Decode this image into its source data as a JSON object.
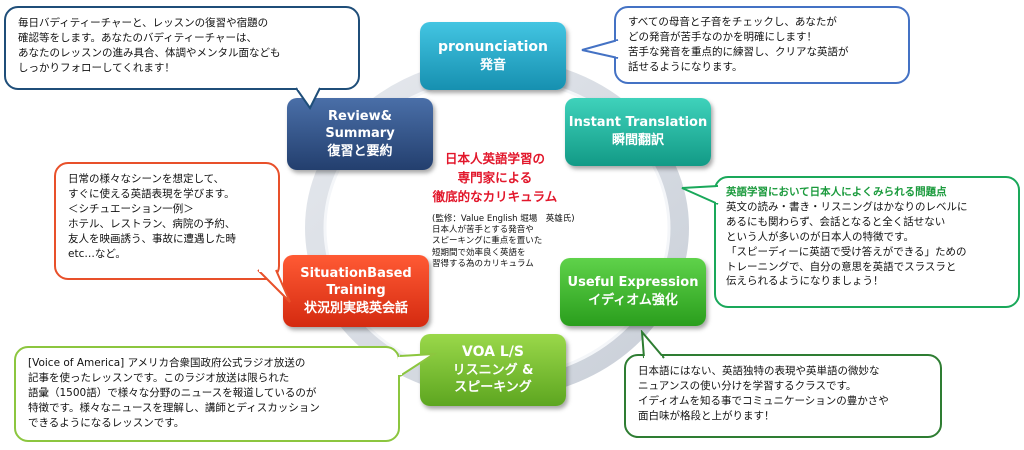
{
  "center": {
    "title_lines": [
      "日本人英語学習の",
      "専門家による",
      "徹底的なカリキュラム"
    ],
    "note_lines": [
      "(監修：Value English 堀場　英雄氏)",
      "日本人が苦手とする発音や",
      "スピーキングに重点を置いた",
      "短期間で効率良く英語を",
      "習得する為のカリキュラム"
    ]
  },
  "steps": [
    {
      "id": "pronunciation",
      "en": "pronunciation",
      "ja": "発音",
      "color": "#20a4c4"
    },
    {
      "id": "instant",
      "en": "Instant Translation",
      "ja": "瞬間翻訳",
      "color": "#1fb6a2"
    },
    {
      "id": "useful",
      "en": "Useful Expression",
      "ja": "イディオム強化",
      "color": "#3fbf2f"
    },
    {
      "id": "voa",
      "en": "VOA L/S",
      "ja": "リスニング &",
      "ja2": "スピーキング",
      "color": "#7dc22c"
    },
    {
      "id": "situation",
      "en": "SituationBased",
      "en2": "Training",
      "ja": "状況別実践英会話",
      "color": "#ee3d1d"
    },
    {
      "id": "review",
      "en": "Review&",
      "en2": "Summary",
      "ja": "復習と要約",
      "color": "#2e5289"
    }
  ],
  "bubbles": {
    "top_left": {
      "color": "#1f4e79",
      "lines": [
        "毎日バディティーチャーと、レッスンの復習や宿題の",
        "確認等をします。あなたのバディティーチャーは、",
        "あなたのレッスンの進み具合、体調やメンタル面なども",
        "しっかりフォローしてくれます！"
      ]
    },
    "top_right": {
      "color": "#4472c4",
      "lines": [
        "すべての母音と子音をチェックし、あなたが",
        "どの発音が苦手なのかを明確にします！",
        "苦手な発音を重点的に練習し、クリアな英語が",
        "話せるようになります。"
      ]
    },
    "mid_left": {
      "color": "#e8502a",
      "lines": [
        "日常の様々なシーンを想定して、",
        "すぐに使える英語表現を学びます。",
        "＜シチュエーション一例＞",
        "ホテル、レストラン、病院の予約、",
        "友人を映画誘う、事故に遭遇した時",
        "etc…など。"
      ]
    },
    "mid_right": {
      "color": "#1aa85a",
      "heading": "英語学習において日本人によくみられる問題点",
      "heading_color": "#1a9a3c",
      "lines": [
        "英文の読み・書き・リスニングはかなりのレベルに",
        "あるにも関わらず、会話となると全く話せない",
        "という人が多いのが日本人の特徴です。",
        "「スピーディーに英語で受け答えができる」ための",
        "トレーニングで、自分の意思を英語でスラスラと",
        "伝えられるようになりましょう！"
      ]
    },
    "bottom_left": {
      "color": "#8cc63f",
      "lines": [
        "[Voice of America] アメリカ合衆国政府公式ラジオ放送の",
        "記事を使ったレッスンです。このラジオ放送は限られた",
        "語彙（1500語）で様々な分野のニュースを報道しているのが",
        "特徴です。様々なニュースを理解し、講師とディスカッション",
        "できるようになるレッスンです。"
      ]
    },
    "bottom_right": {
      "color": "#2e7d32",
      "lines": [
        "日本語にはない、英語独特の表現や英単語の微妙な",
        "ニュアンスの使い分けを学習するクラスです。",
        "イディオムを知る事でコミュニケーションの豊かさや",
        "面白味が格段と上がります！"
      ]
    }
  }
}
